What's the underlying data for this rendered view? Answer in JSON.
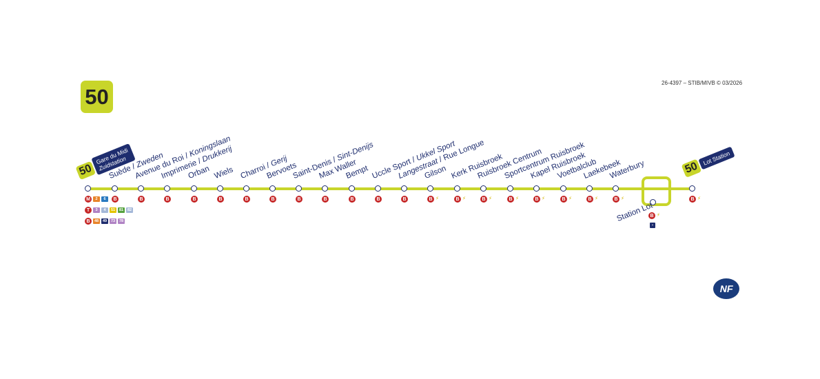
{
  "route": {
    "number": "50"
  },
  "copyright": "26-4397 – STIB/MIVB © 03/2026",
  "terminus_start": {
    "number": "50",
    "line1": "Gare du Midi",
    "line2": "Zuidstation"
  },
  "terminus_end": {
    "number": "50",
    "line1": "Lot Station",
    "line2": ""
  },
  "stops": [
    {
      "fr": "",
      "nl": ""
    },
    {
      "fr": "Suède",
      "nl": "Zweden"
    },
    {
      "fr": "Avenue du Roi",
      "nl": "Koningslaan"
    },
    {
      "fr": "Imprimerie",
      "nl": "Drukkerij"
    },
    {
      "fr": "Orban",
      "nl": ""
    },
    {
      "fr": "Wiels",
      "nl": ""
    },
    {
      "fr": "Charroi",
      "nl": "Gerij"
    },
    {
      "fr": "Bervoets",
      "nl": ""
    },
    {
      "fr": "Saint-Denis",
      "nl": "Sint-Denijs"
    },
    {
      "fr": "Max Waller",
      "nl": ""
    },
    {
      "fr": "Bempt",
      "nl": ""
    },
    {
      "fr": "Uccle Sport",
      "nl": "Ukkel Sport"
    },
    {
      "fr": "Langestraat",
      "nl": "Rue Longue",
      "nl_first": true
    },
    {
      "fr": "Gilson",
      "nl": ""
    },
    {
      "fr": "Kerk Ruisbroek",
      "nl": ""
    },
    {
      "fr": "Ruisbroek Centrum",
      "nl": ""
    },
    {
      "fr": "Sportcentrum Ruisbroek",
      "nl": ""
    },
    {
      "fr": "Kapel Ruisbroek",
      "nl": ""
    },
    {
      "fr": "Voetbalclub",
      "nl": ""
    },
    {
      "fr": "Laekebeek",
      "nl": ""
    },
    {
      "fr": "Waterbury",
      "nl": ""
    },
    {
      "fr": "",
      "nl": ""
    }
  ],
  "loop_stop": {
    "name": "Station Lot"
  },
  "separator": " / ",
  "correspondences": {
    "s0": {
      "rows": [
        {
          "circle": "M",
          "circle_color": "#c62828",
          "items": [
            {
              "t": "2",
              "c": "#e8842a"
            },
            {
              "t": "6",
              "c": "#2a7ac0"
            }
          ]
        },
        {
          "circle": "T",
          "circle_color": "#c62828",
          "items": [
            {
              "t": "3",
              "c": "#b083c4"
            },
            {
              "t": "4",
              "c": "#a4b8d8"
            },
            {
              "t": "51",
              "c": "#e3c400"
            },
            {
              "t": "81",
              "c": "#56a23f"
            },
            {
              "t": "82",
              "c": "#a4b8d8"
            }
          ]
        },
        {
          "circle": "B",
          "circle_color": "#c62828",
          "items": [
            {
              "t": "48",
              "c": "#e8842a"
            },
            {
              "t": "49",
              "c": "#1e2d6e"
            },
            {
              "t": "73",
              "c": "#b083c4"
            },
            {
              "t": "78",
              "c": "#b083c4"
            }
          ]
        }
      ]
    }
  },
  "labels": {
    "B": "B",
    "T": "T",
    "M": "M",
    "nf": "NF"
  },
  "colors": {
    "line": "#c8d52a",
    "navy": "#1e2d6e",
    "badge": "#c8d52a",
    "red": "#c62828"
  }
}
